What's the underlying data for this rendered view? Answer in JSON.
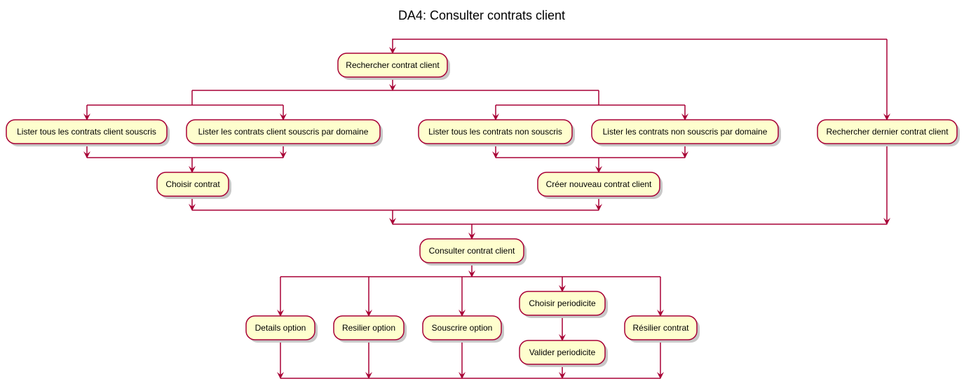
{
  "diagram": {
    "title": "DA4: Consulter contrats client",
    "colors": {
      "node_fill": "#FEFECE",
      "node_border": "#A80036",
      "edge": "#A80036"
    },
    "nodes": {
      "rechercher": "Rechercher contrat client",
      "lister_tous_souscris": "Lister tous les contrats client souscris",
      "lister_souscris_domaine": "Lister les contrats client souscris par domaine",
      "lister_tous_non_souscris": "Lister tous les contrats non souscris",
      "lister_non_souscris_domaine": "Lister les contrats non souscris par domaine",
      "rechercher_dernier": "Rechercher dernier contrat client",
      "choisir_contrat": "Choisir contrat",
      "creer_nouveau": "Créer nouveau contrat client",
      "consulter": "Consulter contrat client",
      "details_option": "Details option",
      "resilier_option": "Resilier option",
      "souscrire_option": "Souscrire option",
      "choisir_periodicite": "Choisir periodicite",
      "valider_periodicite": "Valider periodicite",
      "resilier_contrat": "Résilier contrat"
    }
  }
}
